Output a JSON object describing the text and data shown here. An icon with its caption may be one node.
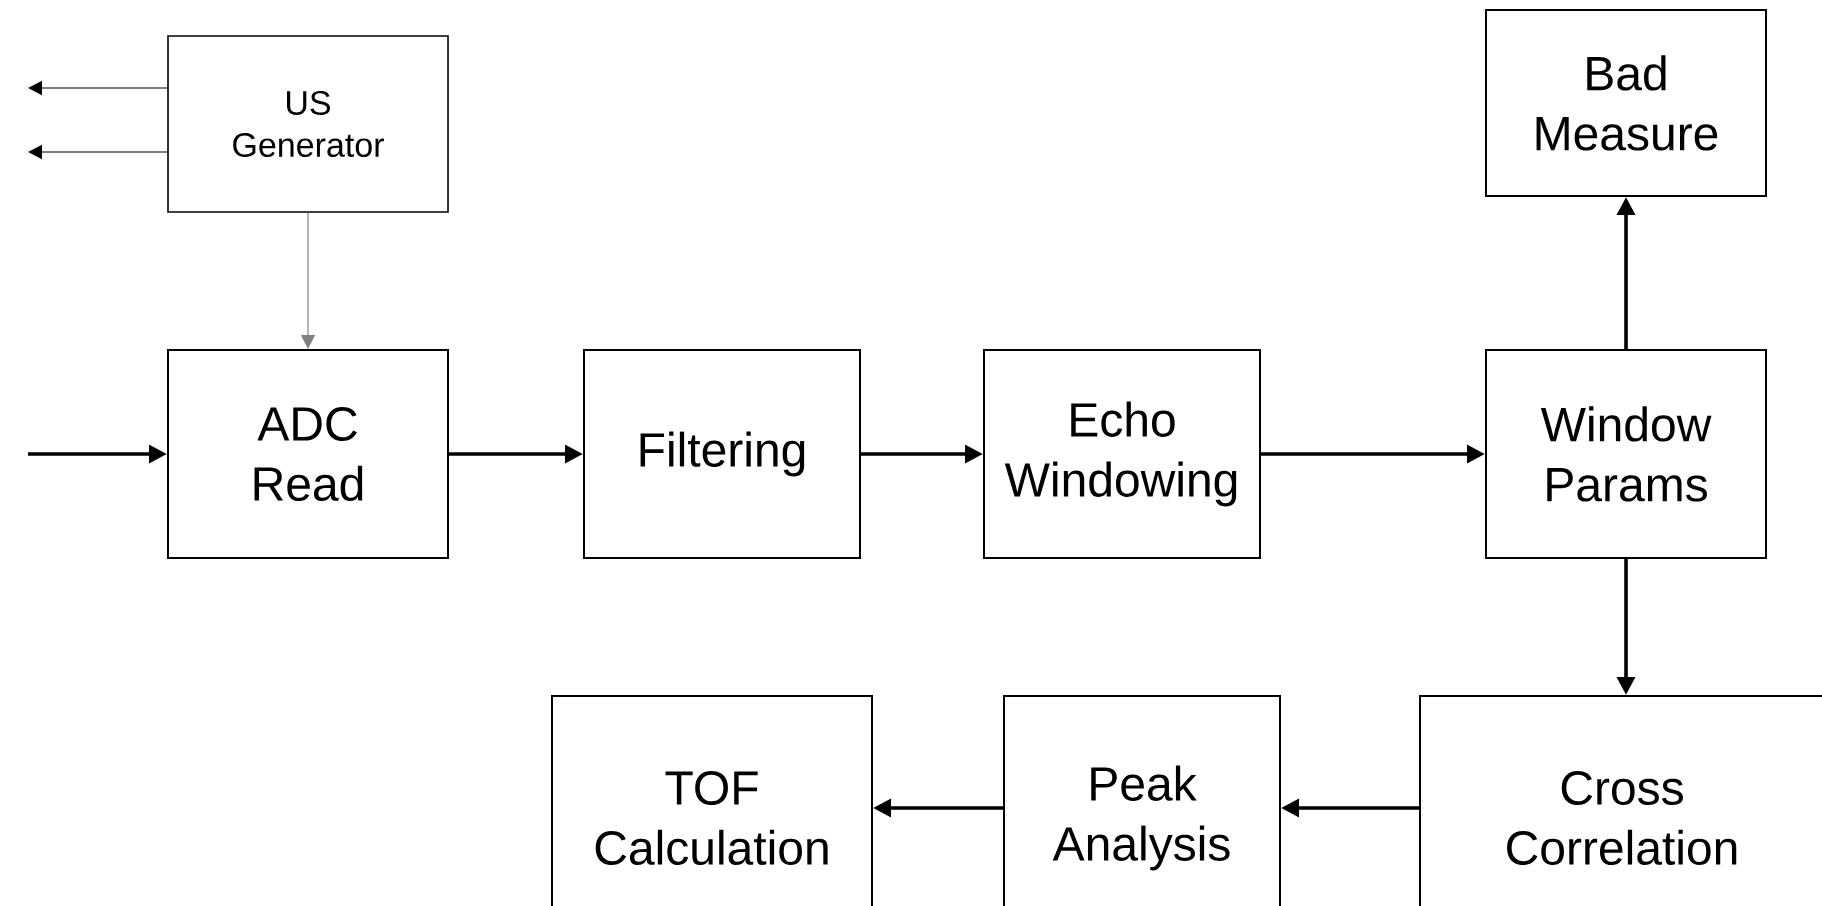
{
  "diagram": {
    "nodes": [
      {
        "text": [
          "US Generator"
        ]
      },
      {
        "text": [
          "Bad Measure"
        ]
      },
      {
        "text": [
          "ADC Read"
        ]
      },
      {
        "text": [
          "Filtering"
        ]
      },
      {
        "text": [
          "Echo Windowing"
        ]
      },
      {
        "text": [
          "Window Params"
        ]
      },
      {
        "text": [
          "TOF Calculation"
        ]
      },
      {
        "text": [
          "Peak Analysis"
        ]
      },
      {
        "text": [
          "Cross Correlation"
        ]
      }
    ],
    "edges": [
      {
        "from": 0,
        "to": null,
        "arrow": "to"
      },
      {
        "from": 0,
        "to": null,
        "arrow": "to"
      },
      {
        "from": 0,
        "to": 2,
        "arrow": "to",
        "color": "#808080"
      },
      {
        "from": null,
        "to": 2,
        "arrow": "to"
      },
      {
        "from": 2,
        "to": 3,
        "arrow": "to"
      },
      {
        "from": 3,
        "to": 4,
        "arrow": "to"
      },
      {
        "from": 4,
        "to": 5,
        "arrow": "to"
      },
      {
        "from": 5,
        "to": 1,
        "arrow": "to"
      },
      {
        "from": 5,
        "to": 8,
        "arrow": "to"
      },
      {
        "from": 8,
        "to": 7,
        "arrow": "to"
      },
      {
        "from": 7,
        "to": 6,
        "arrow": "to"
      }
    ]
  }
}
